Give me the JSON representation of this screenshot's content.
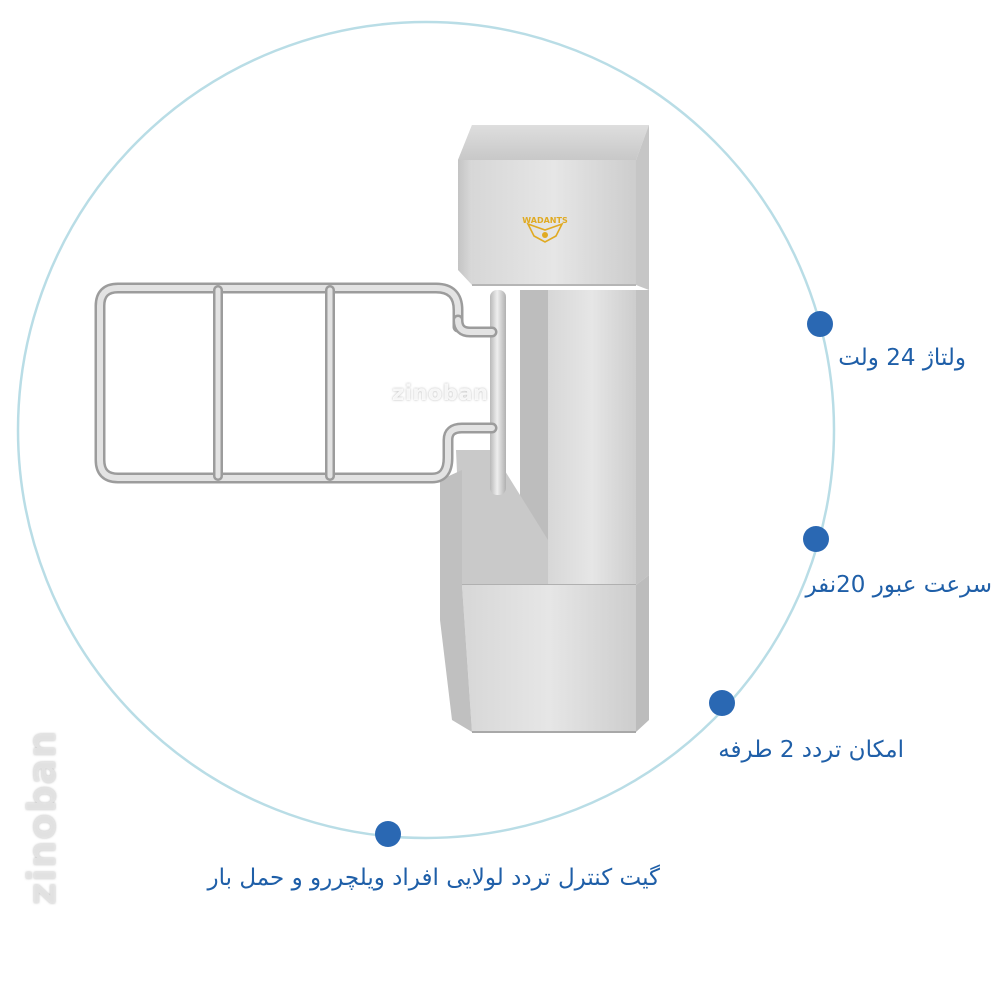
{
  "features": {
    "voltage": "ولتاژ 24 ولت",
    "speed": "سرعت عبور 20نفر",
    "two_way": "امکان تردد 2 طرفه",
    "caption": "گیت کنترل تردد لولایی افراد ویلچررو و حمل بار"
  },
  "watermark": {
    "center": "zinoban",
    "side": "zinoban"
  },
  "logo": {
    "text": "WADANTS"
  },
  "colors": {
    "circle": "#b9dde6",
    "dot": "#2a68b3",
    "label": "#1f5fa8",
    "steel_light": "#e4e4e4",
    "steel_mid": "#cfcfcf",
    "steel_dark": "#a9a9a9",
    "logo": "#e0aa22"
  },
  "icons": [
    "bullet-dot-icon",
    "brand-logo-icon"
  ]
}
